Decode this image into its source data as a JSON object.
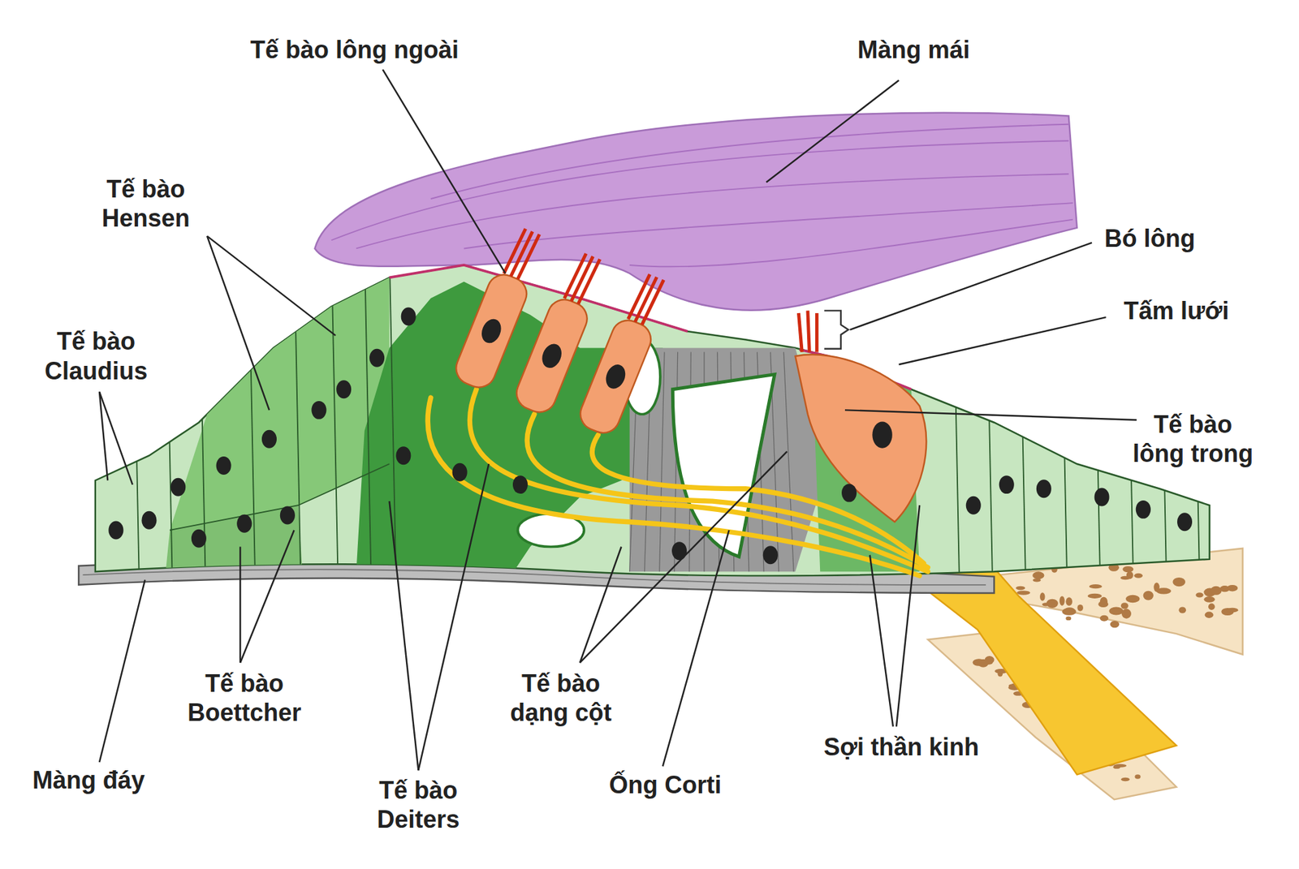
{
  "diagram": {
    "labels": [
      "Tế bào lông ngoài",
      "Màng mái",
      "Tế bào Hensen",
      "Bó lông",
      "Tấm lưới",
      "Tế bào Claudius",
      "Tế bào lông trong",
      "Tế bào Boettcher",
      "Màng đáy",
      "Tế bào Deiters",
      "Tế bào dạng cột",
      "Ống Corti",
      "Sợi thần kinh"
    ]
  }
}
